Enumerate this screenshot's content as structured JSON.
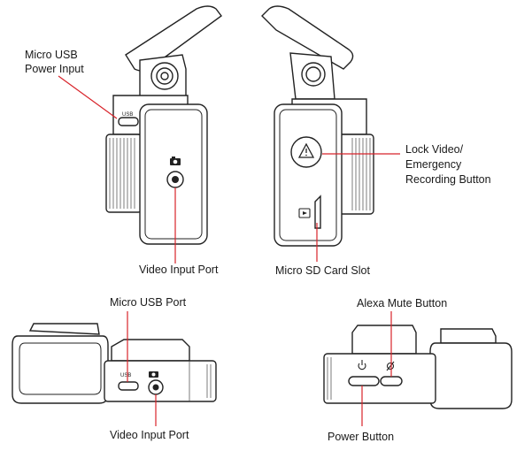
{
  "labels": {
    "micro_usb_power_input_line1": "Micro USB",
    "micro_usb_power_input_line2": "Power Input",
    "video_input_port_top": "Video Input Port",
    "micro_sd_card_slot": "Micro SD Card Slot",
    "lock_video_line1": "Lock Video/",
    "lock_video_line2": "Emergency",
    "lock_video_line3": "Recording Button",
    "micro_usb_port": "Micro USB Port",
    "video_input_port_bottom": "Video Input Port",
    "alexa_mute_button": "Alexa Mute Button",
    "power_button": "Power Button"
  },
  "device_markings": {
    "usb_top": "USB",
    "usb_bottom": "USB"
  },
  "icons": [
    "camera-icon",
    "warning-triangle-icon",
    "sd-card-icon",
    "power-icon",
    "mic-mute-icon"
  ],
  "colors": {
    "callout": "#d8232a",
    "outline": "#222222"
  }
}
